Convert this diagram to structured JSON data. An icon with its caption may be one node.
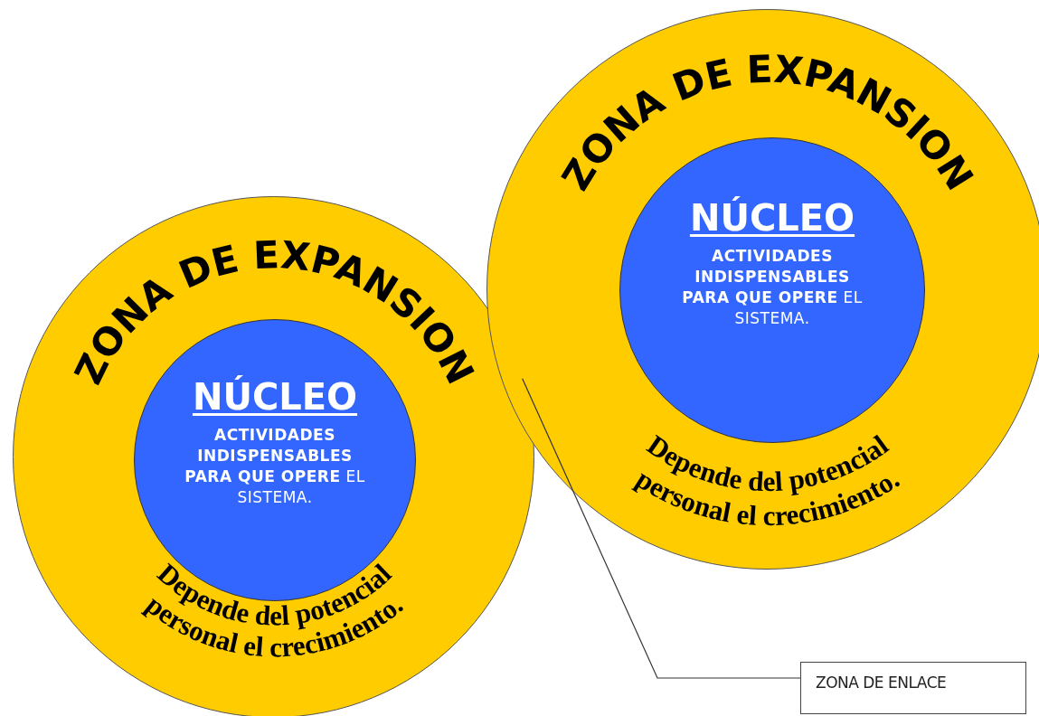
{
  "diagram": {
    "nodes": [
      {
        "text": [
          "ZONA DE EXPANSION",
          "Depende del potencial personal el crecimiento."
        ]
      },
      {
        "text": [
          "NÚCLEO",
          "**ACTIVIDADES INDISPENSABLES PARA QUE OPERE** EL SISTEMA."
        ],
        "in": 0
      },
      {
        "text": [
          "ZONA DE EXPANSION",
          "Depende del potencial personal el crecimiento."
        ]
      },
      {
        "text": [
          "NÚCLEO",
          "**ACTIVIDADES INDISPENSABLES PARA QUE OPERE** EL SISTEMA."
        ],
        "in": 2
      },
      {
        "text": [
          "ZONA DE ENLACE"
        ]
      }
    ],
    "edges": [
      {
        "from": 4,
        "to": 0,
        "arrow": "none"
      }
    ]
  }
}
